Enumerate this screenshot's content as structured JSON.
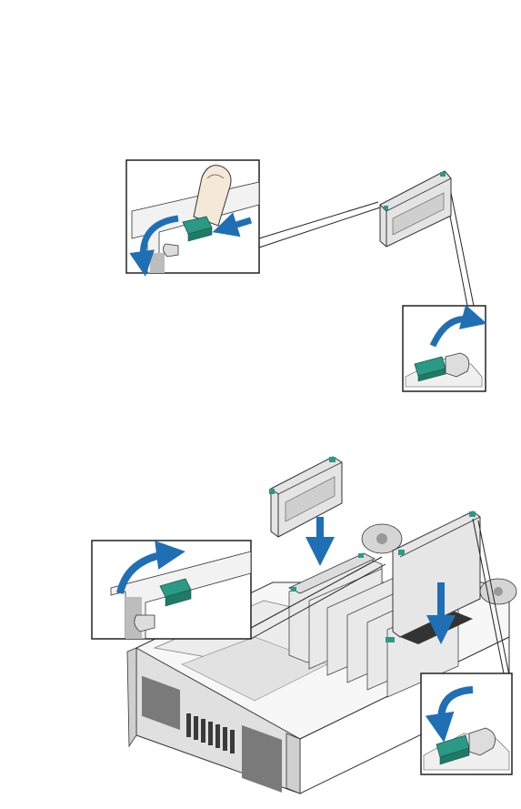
{
  "figure": {
    "top_illustration": {
      "step": "remove",
      "callouts": [
        "press-latch-detail",
        "latch-open-detail"
      ],
      "arrow_color": "#1f6fb5",
      "latch_color": "#2a9a84"
    },
    "bottom_illustration": {
      "step": "install",
      "callouts": [
        "latch-close-detail-left",
        "latch-close-detail-right"
      ],
      "arrow_color": "#1f6fb5",
      "latch_color": "#2a9a84"
    }
  }
}
